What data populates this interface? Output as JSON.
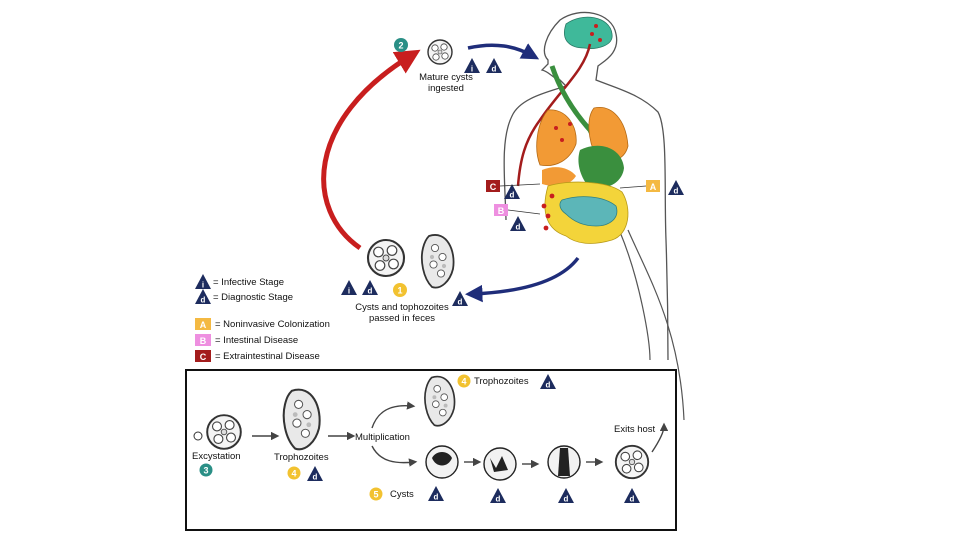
{
  "colors": {
    "red_arrow": "#c81e1e",
    "blue_arrow": "#1f2d7a",
    "step_green": "#2a8f86",
    "step_yellow": "#f2c230",
    "tag_A": "#f4b942",
    "tag_B": "#ee8fe0",
    "tag_C": "#a31c1c",
    "brain": "#3fb99a",
    "lungs": "#f29a35",
    "intestine": "#f3d43a",
    "colon": "#5cb6b8",
    "gut_tube": "#3a8f3e",
    "stage_dark": "#1d2c5e"
  },
  "steps": {
    "one": "1",
    "two": "2",
    "three": "3",
    "four": "4",
    "five": "5"
  },
  "stage_letters": {
    "infective": "i",
    "diagnostic": "d"
  },
  "tags": {
    "a": "A",
    "b": "B",
    "c": "C"
  },
  "labels": {
    "mature_cysts_line1": "Mature cysts",
    "mature_cysts_line2": "ingested",
    "passed_line1": "Cysts and tophozoites",
    "passed_line2": "passed in feces",
    "excystation": "Excystation",
    "trophozoites_bottom": "Trophozoites",
    "trophozoites_top": "Trophozoites",
    "multiplication": "Multiplication",
    "exits_host": "Exits host",
    "cysts": "Cysts"
  },
  "legend": {
    "infective": "= Infective Stage",
    "diagnostic": "= Diagnostic Stage",
    "noninvasive": "= Noninvasive Colonization",
    "intestinal": "= Intestinal Disease",
    "extraintestinal": "= Extraintestinal Disease"
  }
}
